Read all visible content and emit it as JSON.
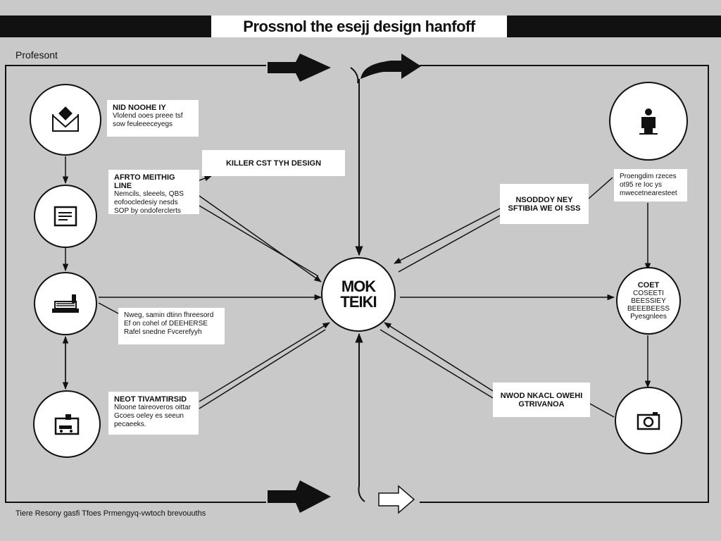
{
  "title": "Prossnol the esejj design hanfoff",
  "corner_label": "Profesont",
  "footer": "Tiere Resony gasfi Tfoes Prmengyq-vwtoch brevouuths",
  "hub": {
    "line1": "MOK",
    "line2": "TEIKI"
  },
  "labels": {
    "l1": {
      "heading": "NID NOOHE IY",
      "body": "Vlolend ooes preee tsf sow feuleeeceyegs"
    },
    "l2": {
      "heading": "KILLER CST TYH DESIGN",
      "body": ""
    },
    "l3": {
      "heading": "AFRTO MEITHIG LINE",
      "body": "Nemcils, sleeels, QBS eofoocledesiy nesds SOP by ondoferclerts"
    },
    "l4": {
      "heading": "",
      "body": "Nweg, samin dtinn fhreesord Ef on cohel of DEEHERSE Rafel snedne Fvcerefyyh"
    },
    "l5": {
      "heading": "NEOT TIVAMTIRSID",
      "body": "Nloone taireoveros oittar Gcoes oeley es seeun pecaeeks."
    },
    "l6": {
      "heading": "NSODDOY NEY SFTIBIA WE OI SSS",
      "body": ""
    },
    "l7": {
      "heading": "",
      "body": "Proengdim rzeces ot95 re Ioc ys mwecetnearesteet"
    },
    "l8": {
      "heading": "NWOD NKACL OWEHI",
      "body": "GTRIVANOA"
    },
    "node_r2": {
      "heading": "COET",
      "body": "COSEETI BEESSIEY BEEEBEESS Pyesgnlees"
    }
  },
  "icons": {
    "n1": "inbox-diamond-icon",
    "n2": "document-list-icon",
    "n3": "stacked-papers-icon",
    "n4": "folder-cart-icon",
    "r1": "person-icon",
    "r3": "camera-icon"
  },
  "colors": {
    "background": "#c9c9c9",
    "ink": "#111111",
    "panel": "#ffffff"
  }
}
